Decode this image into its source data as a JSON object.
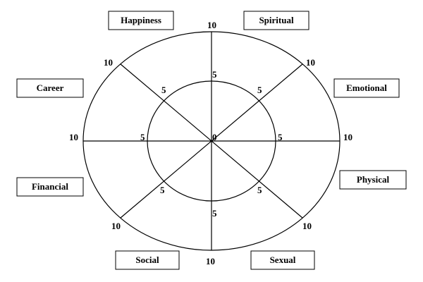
{
  "wheel": {
    "center_label": "0",
    "mid_label": "5",
    "outer_label": "10"
  },
  "categories": {
    "happiness": "Happiness",
    "spiritual": "Spiritual",
    "career": "Career",
    "emotional": "Emotional",
    "financial": "Financial",
    "physical": "Physical",
    "social": "Social",
    "sexual": "Sexual"
  }
}
